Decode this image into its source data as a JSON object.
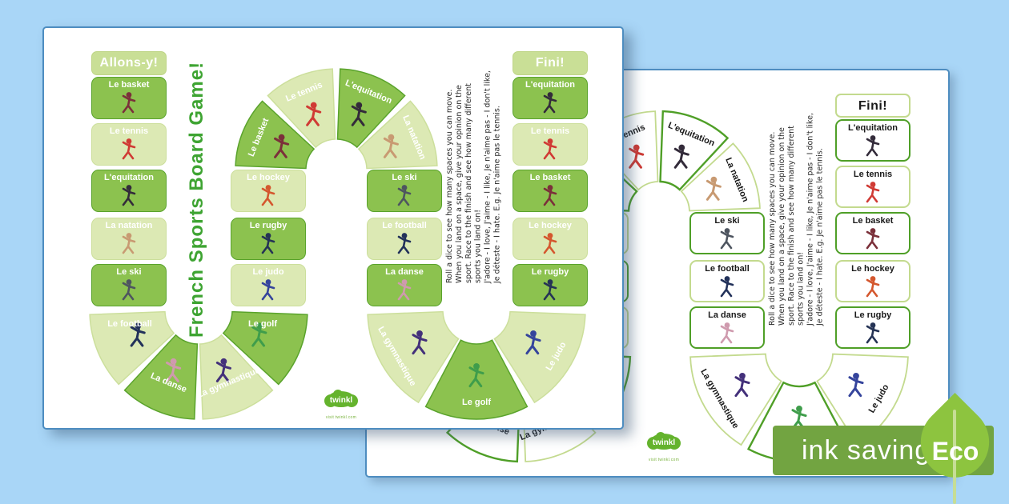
{
  "board": {
    "title": "French Sports Board Game!",
    "start_label": "Allons-y!",
    "finish_label": "Fini!",
    "instructions": [
      "Roll a dice to see how many spaces you can move.",
      "When you land on a space, give your opinion on the sport. Race to the finish and see how many different sports you land on!",
      "J'adore - I love, J'aime - I like, Je n'aime pas - I don't like, Je déteste - I hate. E.g. Je n'aime pas le tennis."
    ],
    "spaces": [
      {
        "label": "Le basket",
        "sport": "basket",
        "tone": "dark",
        "slot": "c1:r1"
      },
      {
        "label": "Le tennis",
        "sport": "tennis",
        "tone": "light",
        "slot": "c1:r2"
      },
      {
        "label": "L'equitation",
        "sport": "equitation",
        "tone": "dark",
        "slot": "c1:r3"
      },
      {
        "label": "La natation",
        "sport": "natation",
        "tone": "light",
        "slot": "c1:r4"
      },
      {
        "label": "Le ski",
        "sport": "ski",
        "tone": "dark",
        "slot": "c1:r5"
      },
      {
        "label": "Le football",
        "sport": "football",
        "tone": "light",
        "slot": "f1:0"
      },
      {
        "label": "La danse",
        "sport": "danse",
        "tone": "dark",
        "slot": "f1:1"
      },
      {
        "label": "La gymnastique",
        "sport": "gymnastique",
        "tone": "light",
        "slot": "f1:2"
      },
      {
        "label": "Le golf",
        "sport": "golf",
        "tone": "dark",
        "slot": "f1:3"
      },
      {
        "label": "Le judo",
        "sport": "judo",
        "tone": "light",
        "slot": "c2:r5"
      },
      {
        "label": "Le rugby",
        "sport": "rugby",
        "tone": "dark",
        "slot": "c2:r4"
      },
      {
        "label": "Le hockey",
        "sport": "hockey",
        "tone": "light",
        "slot": "c2:r3"
      },
      {
        "label": "Le basket",
        "sport": "basket",
        "tone": "dark",
        "slot": "a:0"
      },
      {
        "label": "Le tennis",
        "sport": "tennis",
        "tone": "light",
        "slot": "a:1"
      },
      {
        "label": "L'equitation",
        "sport": "equitation",
        "tone": "dark",
        "slot": "a:2"
      },
      {
        "label": "La natation",
        "sport": "natation",
        "tone": "light",
        "slot": "a:3"
      },
      {
        "label": "Le ski",
        "sport": "ski",
        "tone": "dark",
        "slot": "c3:r3"
      },
      {
        "label": "Le football",
        "sport": "football",
        "tone": "light",
        "slot": "c3:r4"
      },
      {
        "label": "La danse",
        "sport": "danse",
        "tone": "dark",
        "slot": "c3:r5"
      },
      {
        "label": "La gymnastique",
        "sport": "gymnastique",
        "tone": "light",
        "slot": "f2:0"
      },
      {
        "label": "Le golf",
        "sport": "golf",
        "tone": "dark",
        "slot": "f2:1"
      },
      {
        "label": "Le judo",
        "sport": "judo",
        "tone": "light",
        "slot": "f2:2"
      },
      {
        "label": "Le rugby",
        "sport": "rugby",
        "tone": "dark",
        "slot": "c4:r5"
      },
      {
        "label": "Le hockey",
        "sport": "hockey",
        "tone": "light",
        "slot": "c4:r4"
      },
      {
        "label": "Le basket",
        "sport": "basket",
        "tone": "dark",
        "slot": "c4:r3"
      },
      {
        "label": "Le tennis",
        "sport": "tennis",
        "tone": "light",
        "slot": "c4:r2"
      },
      {
        "label": "L'equitation",
        "sport": "equitation",
        "tone": "dark",
        "slot": "c4:r1"
      }
    ],
    "sports": {
      "basket": {
        "icon_color": "#7b303a"
      },
      "tennis": {
        "icon_color": "#d03a34"
      },
      "equitation": {
        "icon_color": "#332b3a"
      },
      "natation": {
        "icon_color": "#c89a72"
      },
      "ski": {
        "icon_color": "#4e5560"
      },
      "football": {
        "icon_color": "#22315a"
      },
      "danse": {
        "icon_color": "#cf9aae"
      },
      "gymnastique": {
        "icon_color": "#43307a"
      },
      "golf": {
        "icon_color": "#3f9d4b"
      },
      "judo": {
        "icon_color": "#35449c"
      },
      "rugby": {
        "icon_color": "#253355"
      },
      "hockey": {
        "icon_color": "#d4572e"
      }
    }
  },
  "branding": {
    "logo_text": "twinkl",
    "logo_sub": "visit twinkl.com"
  },
  "badge": {
    "ink_saving": "ink saving",
    "eco": "Eco"
  },
  "colors": {
    "background_blue": "#a9d6f7",
    "dark_green": "#8cc24f",
    "dark_border": "#5aa32c",
    "light_green": "#dce9b4",
    "light_border": "#ccdf9c",
    "header_green": "#c9df96",
    "title_green": "#3ea432",
    "outline_dark": "#4f9f27",
    "outline_light": "#c3da8e",
    "banner_green": "#72a441",
    "leaf_green": "#8dc43f",
    "page_edge_blue": "#4e8dc0"
  }
}
